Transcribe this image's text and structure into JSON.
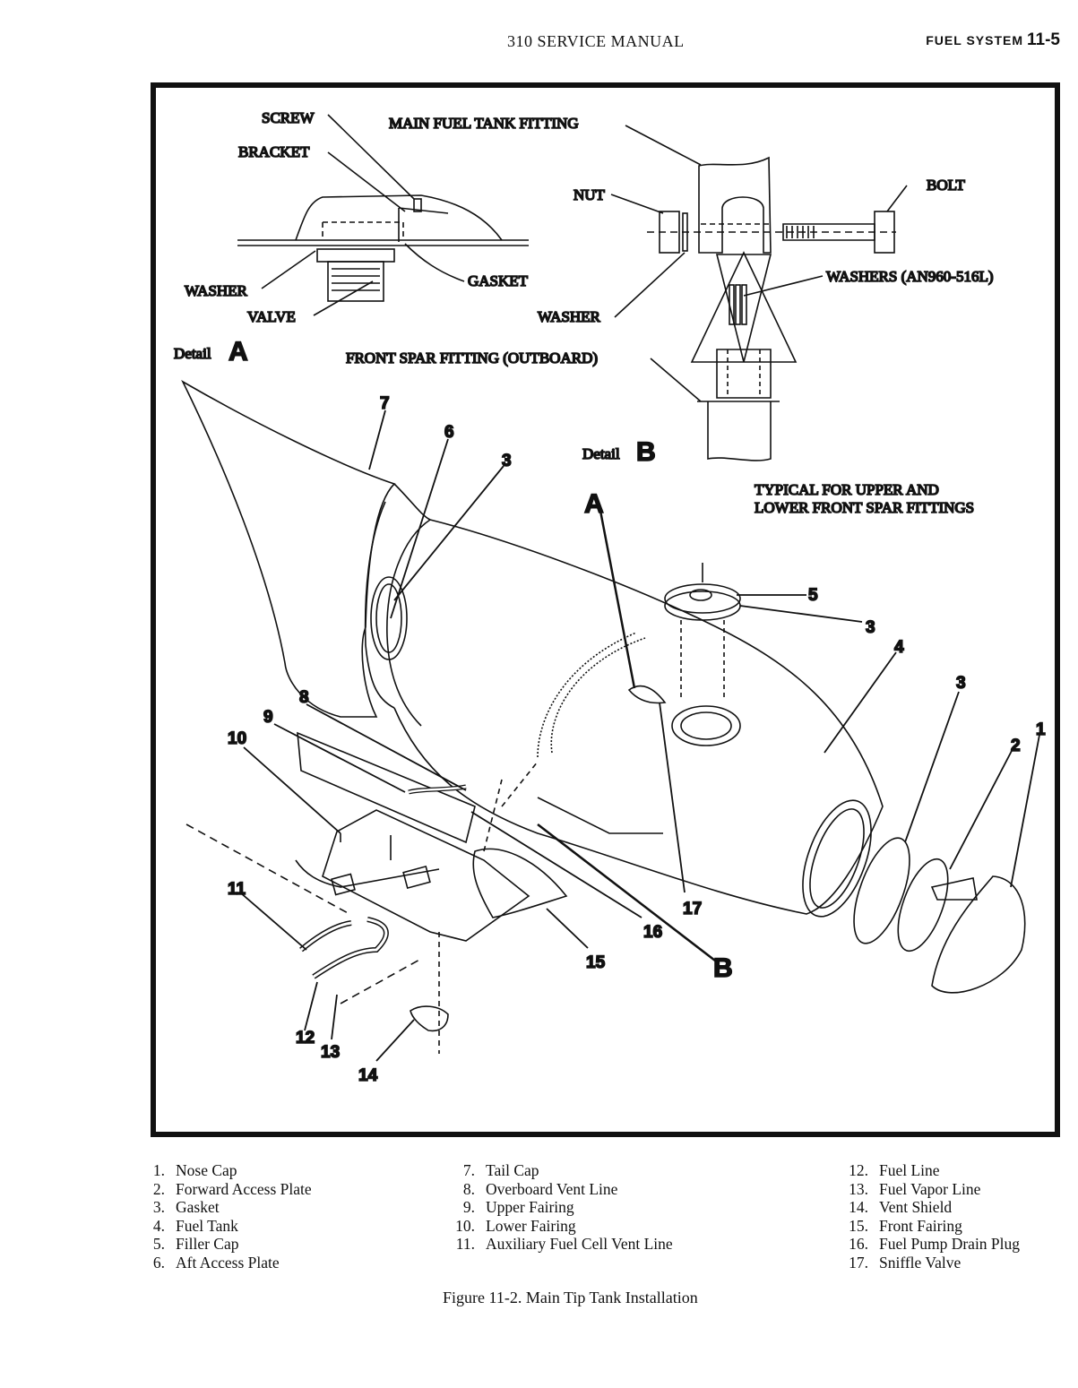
{
  "header": {
    "center": "310 SERVICE MANUAL",
    "section": "FUEL SYSTEM",
    "page": "11-5"
  },
  "figure": {
    "detail_a": {
      "title": "Detail",
      "letter": "A",
      "labels": {
        "screw": "SCREW",
        "bracket": "BRACKET",
        "washer": "WASHER",
        "valve": "VALVE",
        "gasket": "GASKET"
      }
    },
    "detail_b": {
      "title": "Detail",
      "letter": "B",
      "labels": {
        "main_fitting": "MAIN FUEL TANK FITTING",
        "nut": "NUT",
        "bolt": "BOLT",
        "washers": "WASHERS (AN960-516L)",
        "washer": "WASHER",
        "front_spar": "FRONT SPAR FITTING (OUTBOARD)"
      },
      "note_line1": "TYPICAL FOR UPPER AND",
      "note_line2": "LOWER FRONT SPAR FITTINGS"
    },
    "callouts": [
      "1",
      "2",
      "3",
      "4",
      "5",
      "6",
      "7",
      "8",
      "9",
      "10",
      "11",
      "12",
      "13",
      "14",
      "15",
      "16",
      "17"
    ],
    "pointer_a": "A",
    "pointer_b": "B"
  },
  "legend": {
    "col1": [
      {
        "n": "1.",
        "t": "Nose Cap"
      },
      {
        "n": "2.",
        "t": "Forward Access Plate"
      },
      {
        "n": "3.",
        "t": "Gasket"
      },
      {
        "n": "4.",
        "t": "Fuel Tank"
      },
      {
        "n": "5.",
        "t": "Filler Cap"
      },
      {
        "n": "6.",
        "t": "Aft Access Plate"
      }
    ],
    "col2": [
      {
        "n": "7.",
        "t": "Tail Cap"
      },
      {
        "n": "8.",
        "t": "Overboard Vent Line"
      },
      {
        "n": "9.",
        "t": "Upper Fairing"
      },
      {
        "n": "10.",
        "t": "Lower Fairing"
      },
      {
        "n": "11.",
        "t": "Auxiliary Fuel Cell Vent Line"
      }
    ],
    "col3": [
      {
        "n": "12.",
        "t": "Fuel Line"
      },
      {
        "n": "13.",
        "t": "Fuel Vapor Line"
      },
      {
        "n": "14.",
        "t": "Vent Shield"
      },
      {
        "n": "15.",
        "t": "Front Fairing"
      },
      {
        "n": "16.",
        "t": "Fuel Pump Drain Plug"
      },
      {
        "n": "17.",
        "t": "Sniffle Valve"
      }
    ]
  },
  "caption": "Figure 11-2.  Main Tip Tank Installation"
}
